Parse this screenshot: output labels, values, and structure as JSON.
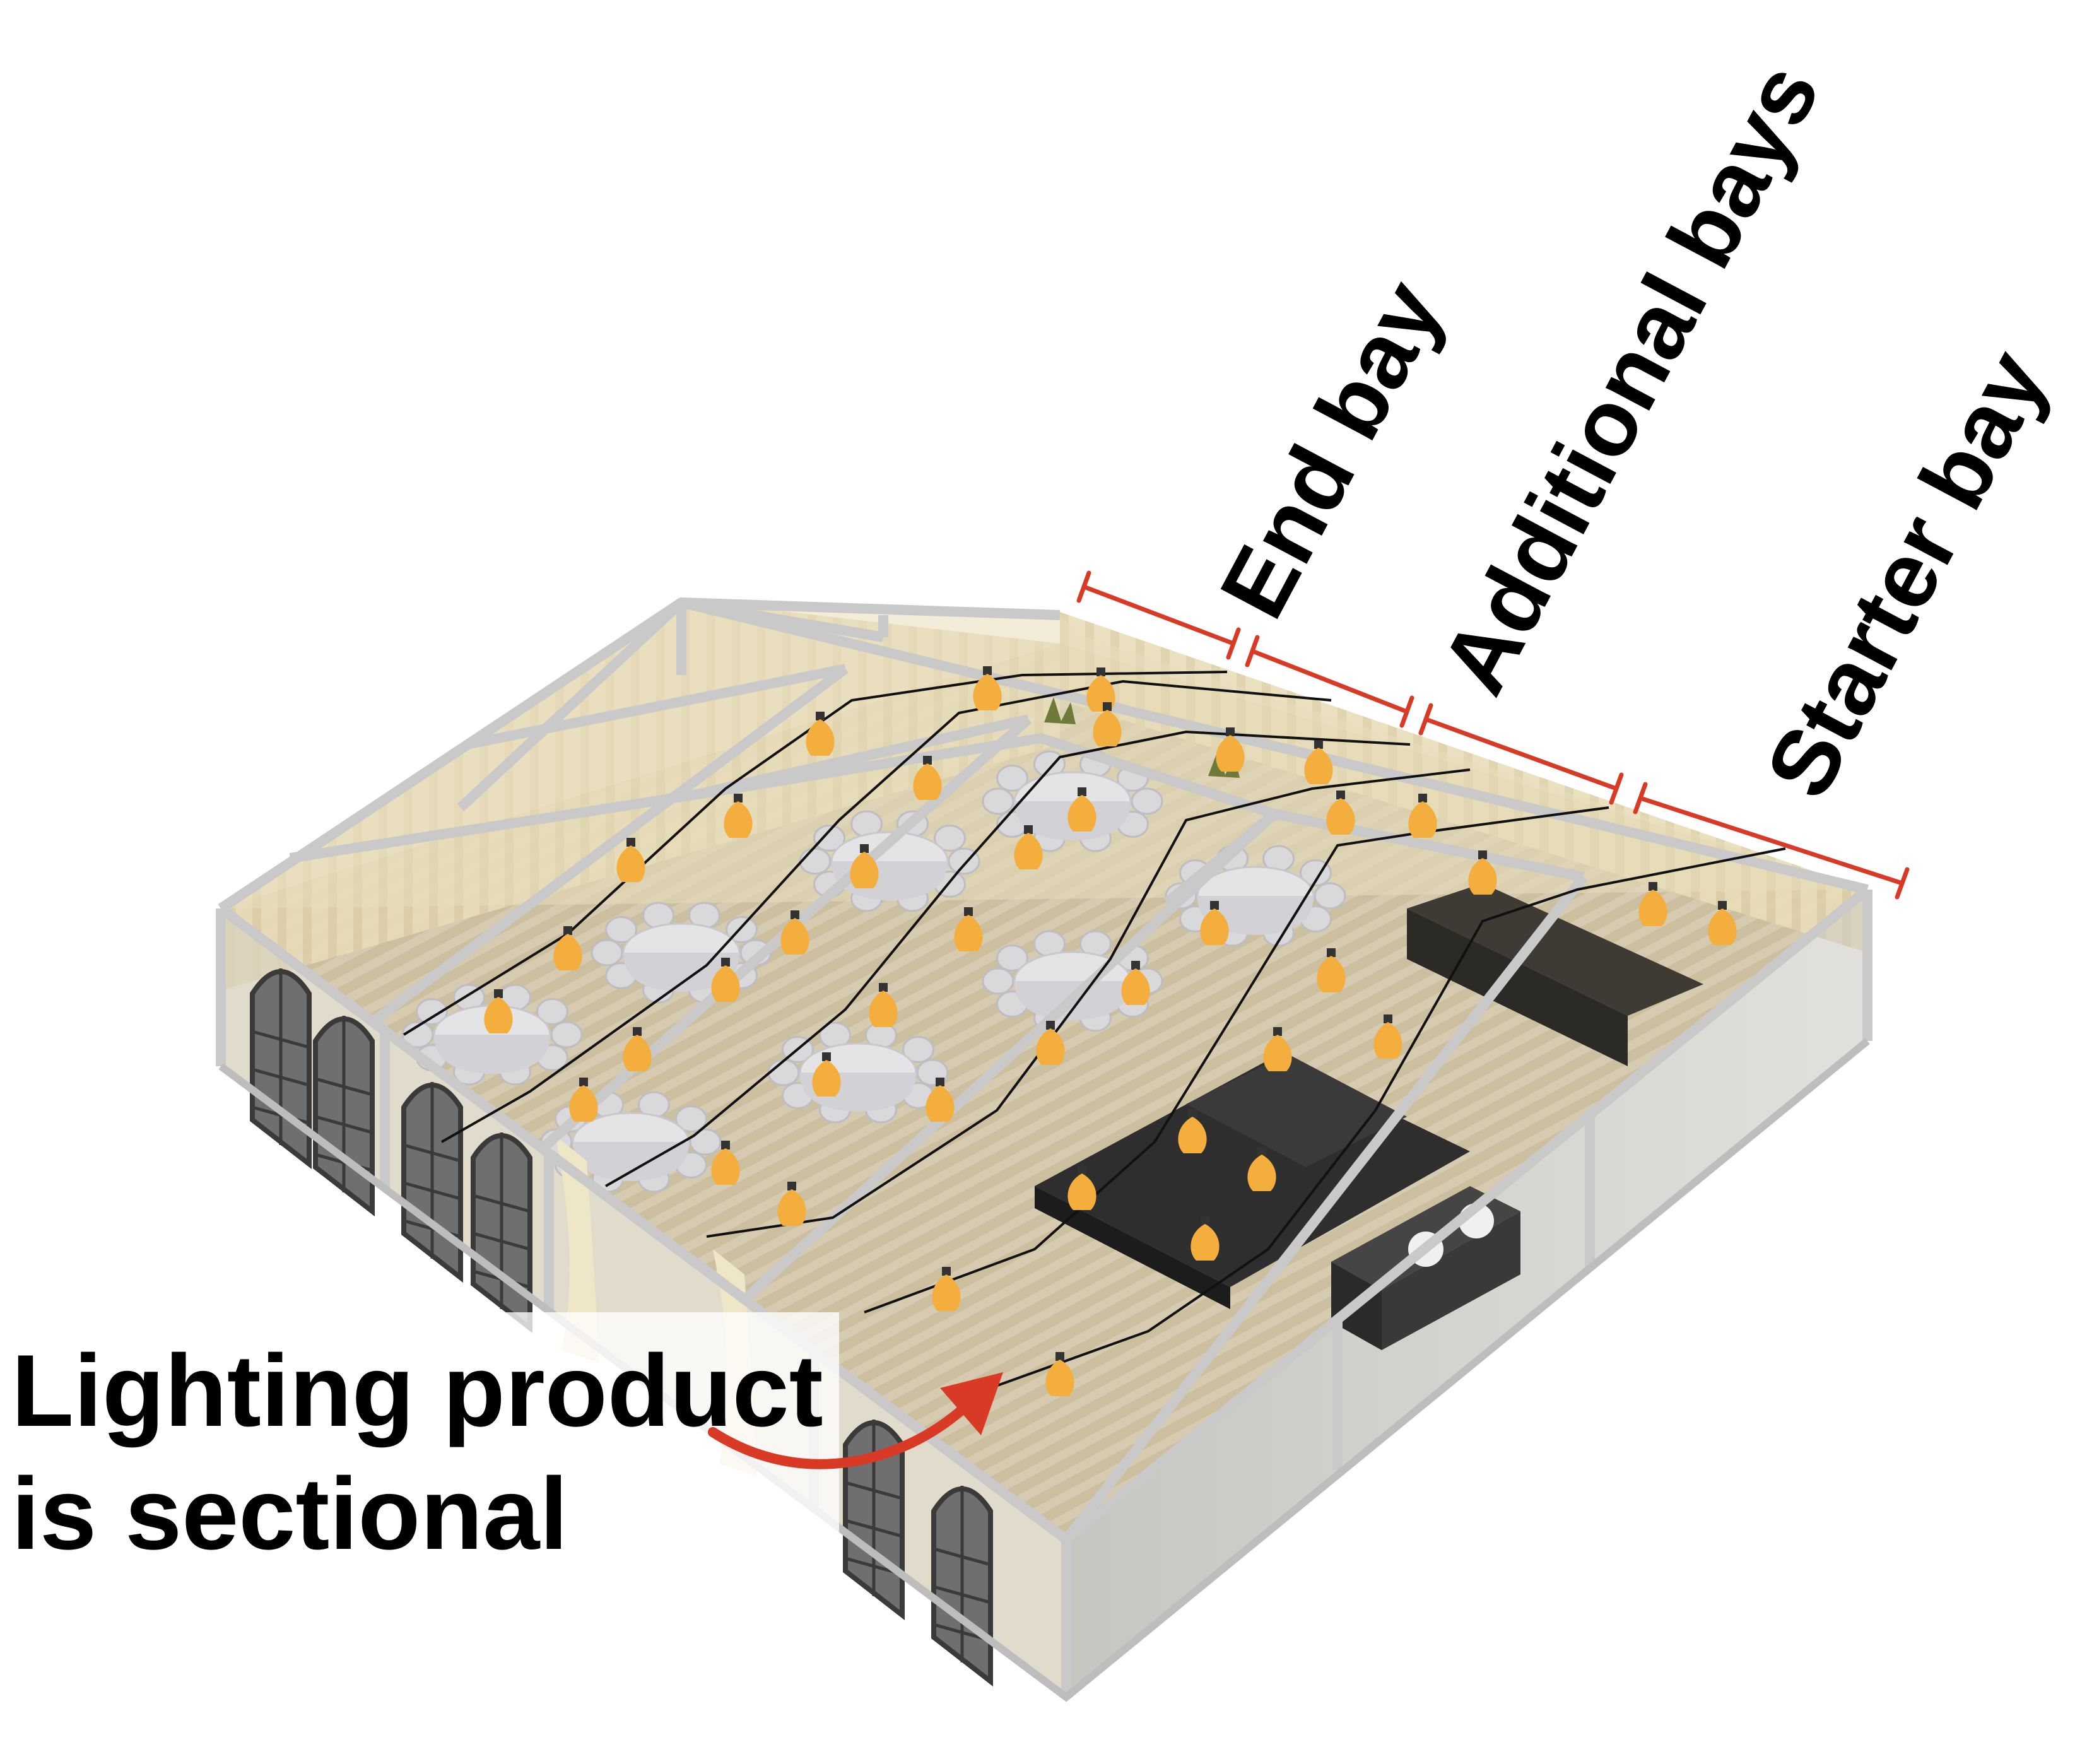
{
  "bay_labels": {
    "end": "End bay",
    "additional": "Additional bays",
    "starter": "Starter bay"
  },
  "note": {
    "line1": "Lighting product",
    "line2": "is sectional"
  },
  "colors": {
    "accent": "#d93a25",
    "bulb": "#f3ae3e",
    "frame": "#c9c9c9",
    "floor": "#cfc6ad",
    "wall": "#e6d9b4",
    "stage": "#2e2e2e"
  },
  "icons": {
    "bulb": "bulb-icon",
    "arrow": "curved-arrow-icon",
    "table": "round-table-icon"
  }
}
